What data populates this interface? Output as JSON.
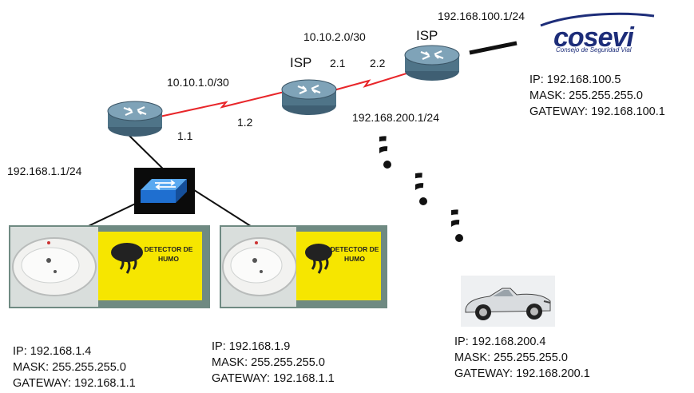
{
  "networks": {
    "lan_top": "192.168.100.1/24",
    "wan2": "10.10.2.0/30",
    "wan1": "10.10.1.0/30",
    "wifi": "192.168.200.1/24",
    "lan_left": "192.168.1.1/24"
  },
  "routers": {
    "isp_center": "ISP",
    "isp_right": "ISP"
  },
  "interfaces": {
    "r1_wan": "1.1",
    "r2_wan1": "1.2",
    "r2_wan2": "2.1",
    "r3_wan2": "2.2"
  },
  "logo": {
    "name": "cosevi",
    "subtitle": "Consejo de Seguridad Vial"
  },
  "server": {
    "ip": "IP: 192.168.100.5",
    "mask": "MASK: 255.255.255.0",
    "gateway": "GATEWAY: 192.168.100.1"
  },
  "detector_1": {
    "sign": "DETECTOR DE HUMO",
    "ip": "IP: 192.168.1.4",
    "mask": "MASK: 255.255.255.0",
    "gateway": "GATEWAY: 192.168.1.1"
  },
  "detector_2": {
    "sign": "DETECTOR DE HUMO",
    "ip": "IP: 192.168.1.9",
    "mask": "MASK: 255.255.255.0",
    "gateway": "GATEWAY: 192.168.1.1"
  },
  "car": {
    "ip": "IP: 192.168.200.4",
    "mask": "MASK: 255.255.255.0",
    "gateway": "GATEWAY: 192.168.200.1"
  },
  "colors": {
    "serial_link": "#e8262a",
    "ethernet_link": "#111111",
    "router_body": "#5b7f95",
    "switch_body": "#1f6fd0",
    "sign_yellow": "#f6e600",
    "logo_blue": "#1d2d79"
  }
}
